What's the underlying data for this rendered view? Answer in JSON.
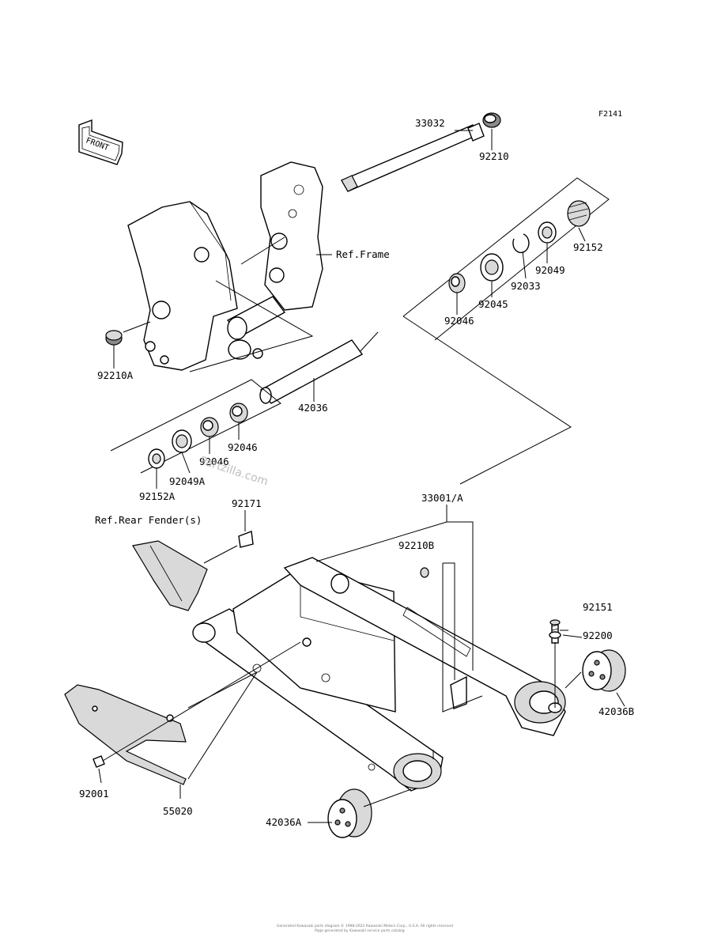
{
  "figure_id": "F2141",
  "front_label": "FRONT",
  "labels": {
    "p33032": "33032",
    "p92210": "92210",
    "p92152": "92152",
    "p92049": "92049",
    "p92033": "92033",
    "p92045": "92045",
    "p92046_top": "92046",
    "ref_frame": "Ref.Frame",
    "p92210A": "92210A",
    "p42036": "42036",
    "p92046_mid": "92046",
    "p92046_lower": "92046",
    "p92049A": "92049A",
    "p92152A": "92152A",
    "p92171": "92171",
    "ref_rear_fender": "Ref.Rear Fender(s)",
    "p33001A": "33001/A",
    "p92210B": "92210B",
    "p92151": "92151",
    "p92200": "92200",
    "p42036B": "42036B",
    "p92001": "92001",
    "p55020": "55020",
    "p42036A": "42036A"
  },
  "watermark": "Partzilla.com",
  "footer": {
    "line1": "Generated Kawasaki parts diagram © 1998-2022 Kawasaki Motors Corp., U.S.A. All rights reserved",
    "line2": "Page generated by Kawasaki service parts catalog"
  }
}
